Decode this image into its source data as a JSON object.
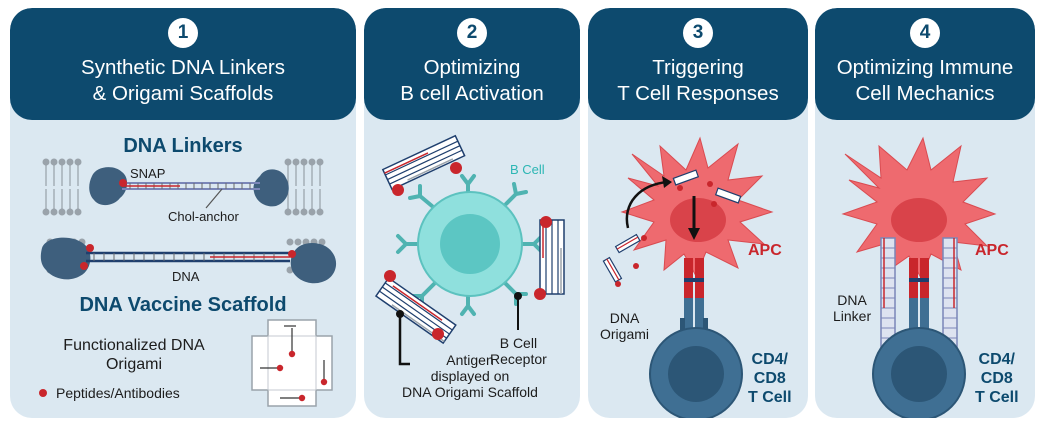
{
  "panels": [
    {
      "number": "1",
      "title": "Synthetic DNA Linkers\n& Origami Scaffolds"
    },
    {
      "number": "2",
      "title": "Optimizing\nB cell Activation"
    },
    {
      "number": "3",
      "title": "Triggering\nT Cell Responses"
    },
    {
      "number": "4",
      "title": "Optimizing Immune\nCell Mechanics"
    }
  ],
  "panel1": {
    "heading_linkers": "DNA Linkers",
    "snap": "SNAP",
    "chol": "Chol-anchor",
    "dna": "DNA",
    "heading_scaffold": "DNA Vaccine Scaffold",
    "functionalized": "Functionalized DNA\nOrigami",
    "legend": "Peptides/Antibodies"
  },
  "panel2": {
    "bcell": "B Cell",
    "receptor": "B Cell\nReceptor",
    "antigen": "Antigen\ndisplayed on\nDNA Origami Scaffold"
  },
  "panel3": {
    "apc": "APC",
    "origami": "DNA\nOrigami",
    "tcell": "CD4/\nCD8\nT Cell"
  },
  "panel4": {
    "apc": "APC",
    "linker": "DNA\nLinker",
    "tcell": "CD4/\nCD8\nT Cell"
  },
  "colors": {
    "header": "#0d4a6e",
    "panel_bg": "#dbe8f1",
    "apc": "#e8545b",
    "bcell": "#6fd3d0",
    "tcell": "#3f6f93",
    "dot": "#c9262c"
  }
}
